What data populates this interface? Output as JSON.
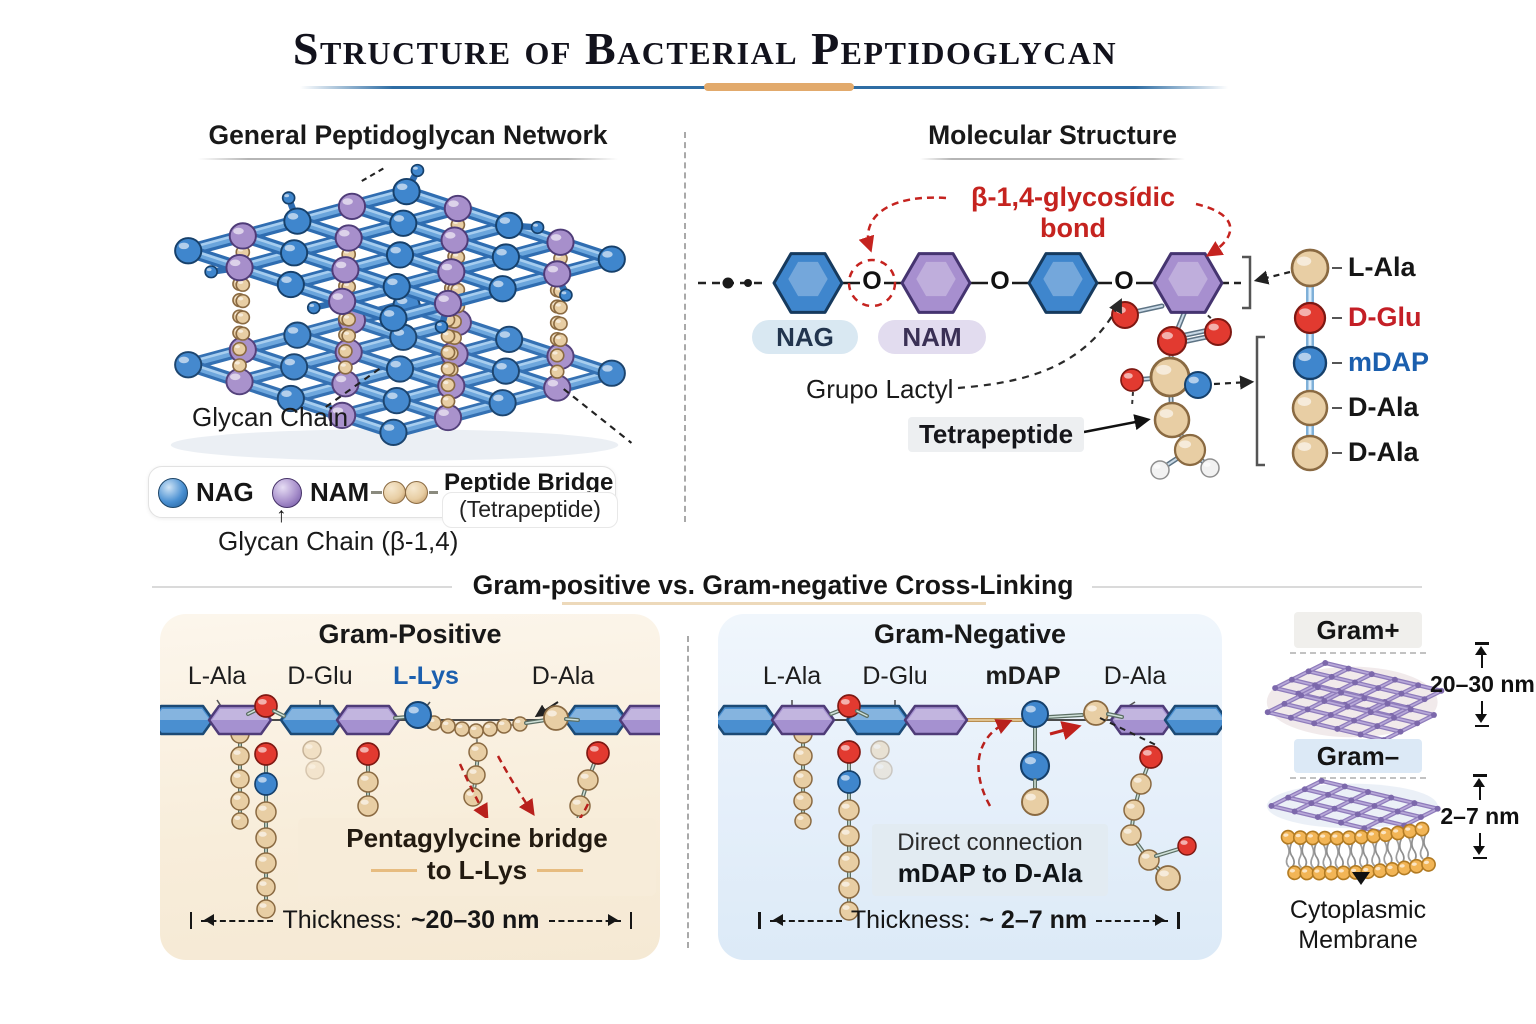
{
  "title": "Structure of Bacterial Peptidoglycan",
  "network": {
    "heading": "General Peptidoglycan Network",
    "glycan_chain_label": "Glycan Chain",
    "legend": {
      "nag": "NAG",
      "nam": "NAM",
      "bridge_line1": "Peptide Bridge",
      "bridge_line2": "(Tetrapeptide)"
    },
    "glycan_beta_label": "Glycan Chain (β-1,4)"
  },
  "molecular": {
    "heading": "Molecular Structure",
    "bond_label": "β-1,4-glycosídic bond",
    "oxygen": "O",
    "nag_label": "NAG",
    "nam_label": "NAM",
    "lactyl_label": "Grupo Lactyl",
    "tetrapeptide_label": "Tetrapeptide",
    "residues": [
      {
        "name": "L-Ala"
      },
      {
        "name": "D-Glu"
      },
      {
        "name": "mDAP"
      },
      {
        "name": "D-Ala"
      },
      {
        "name": "D-Ala"
      }
    ]
  },
  "crosslinking": {
    "heading": "Gram-positive vs. Gram-negative Cross-Linking",
    "gram_positive": {
      "heading": "Gram-Positive",
      "labels": [
        "L-Ala",
        "D-Glu",
        "L-Lys",
        "D-Ala"
      ],
      "callout_line1": "Pentagylycine bridge",
      "callout_line2": "to L-Lys",
      "thickness_label": "Thickness:",
      "thickness_value": "~20–30 nm"
    },
    "gram_negative": {
      "heading": "Gram-Negative",
      "labels": [
        "L-Ala",
        "D-Glu",
        "mDAP",
        "D-Ala"
      ],
      "callout_line1": "Direct connection",
      "callout_line2": "mDAP to D-Ala",
      "thickness_label": "Thickness:",
      "thickness_value": "~ 2–7 nm"
    }
  },
  "sidebar": {
    "gram_plus_label": "Gram+",
    "gram_plus_thickness": "20–30 nm",
    "gram_minus_label": "Gram–",
    "gram_minus_thickness": "2–7 nm",
    "membrane_line1": "Cytoplasmic",
    "membrane_line2": "Membrane"
  },
  "colors": {
    "nag_blue": "#4a90d2",
    "nam_purple": "#a78fcb",
    "peptide_tan": "#e8cea4",
    "oxygen_red": "#e23a30",
    "nitrogen_blue": "#3f86cd",
    "bond_red": "#c5231f",
    "mdap_text_blue": "#1b5fae",
    "glu_text_red": "#c41f26",
    "gram_positive_bg": "#f8edda",
    "gram_negative_bg": "#e5effa",
    "membrane_orange": "#f2b556",
    "mesh_purple": "#8f7cbb"
  }
}
